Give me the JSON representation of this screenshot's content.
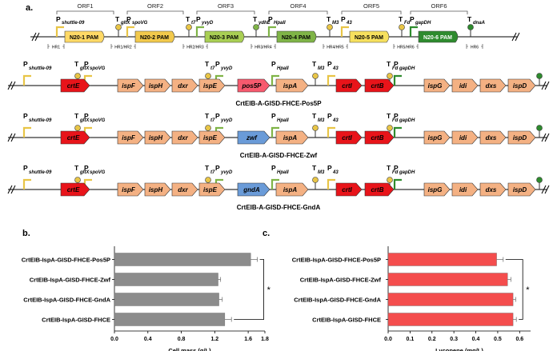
{
  "panel_a": {
    "label": "a.",
    "orfs": [
      "ORF1",
      "ORF2",
      "ORF3",
      "ORF4",
      "ORF5",
      "ORF6"
    ],
    "promoters": [
      "shuttle-09",
      "spoVG",
      "yvyD",
      "HpaII",
      "43",
      "gapDH"
    ],
    "promoter_letter": "P",
    "terminators": [
      "gltX",
      "t7",
      "ydhE",
      "M3",
      "Fd",
      "dnaA"
    ],
    "terminator_letter": "T",
    "pam_boxes": [
      "N20-1 PAM",
      "N20-2 PAM",
      "N20-3 PAM",
      "N20-4 PAM",
      "N20-5 PAM",
      "N20-6 PAM"
    ],
    "hr_labels": [
      "HR1",
      "HR1/HR2",
      "HR2/HR3",
      "HR3/HR4",
      "HR4/HR5",
      "HR5/HR6",
      "HR6"
    ],
    "colors": {
      "orf1": "#ffd966",
      "orf2": "#f2c94c",
      "orf3": "#a9cf54",
      "orf4": "#7fb447",
      "orf5": "#f6e05e",
      "orf6": "#2e8b2e",
      "red_gene": "#e8141a",
      "salmon_gene": "#f4b183",
      "pink_gene": "#f75a6e",
      "blue_gene": "#6a9bd8",
      "bar_gray": "#8c8c8c",
      "bar_red": "#f44d4d"
    }
  },
  "constructs": [
    {
      "name": "CrtEIB-A-GISD-FHCE-Pos5P",
      "genes": [
        "crtE",
        "ispF",
        "ispH",
        "dxr",
        "ispE",
        "pos5P",
        "ispA",
        "crtI",
        "crtB",
        "ispG",
        "idi",
        "dxs",
        "ispD"
      ],
      "variable_gene_color": "#f75a6e"
    },
    {
      "name": "CrtEIB-A-GISD-FHCE-Zwf",
      "genes": [
        "crtE",
        "ispF",
        "ispH",
        "dxr",
        "ispE",
        "zwf",
        "ispA",
        "crtI",
        "crtB",
        "ispG",
        "idi",
        "dxs",
        "ispD"
      ],
      "variable_gene_color": "#6a9bd8"
    },
    {
      "name": "CrtEIB-A-GISD-FHCE-GndA",
      "genes": [
        "crtE",
        "ispF",
        "ispH",
        "dxr",
        "ispE",
        "gndA",
        "ispA",
        "crtI",
        "crtB",
        "ispG",
        "idi",
        "dxs",
        "ispD"
      ],
      "variable_gene_color": "#6a9bd8"
    }
  ],
  "panel_b": {
    "label": "b.",
    "chart_data": {
      "type": "bar",
      "orientation": "horizontal",
      "categories": [
        "CrtEIB-IspA-GISD-FHCE-Pos5P",
        "CrtEIB-IspA-GISD-FHCE-Zwf",
        "CrtEIB-IspA-GISD-FHCE-GndA",
        "CrtEIB-IspA-GISD-FHCE"
      ],
      "values": [
        1.63,
        1.24,
        1.25,
        1.32
      ],
      "errors": [
        0.08,
        0.03,
        0.04,
        0.08
      ],
      "xlabel": "Cell mass (g/L)",
      "xlim": [
        0.0,
        1.8
      ],
      "xticks": [
        "0.0",
        "0.4",
        "0.8",
        "1.2",
        "1.6",
        "1.8"
      ],
      "significance": "*",
      "color": "#8c8c8c"
    }
  },
  "panel_c": {
    "label": "c.",
    "chart_data": {
      "type": "bar",
      "orientation": "horizontal",
      "categories": [
        "CrtEIB-IspA-GISD-FHCE-Pos5P",
        "CrtEIB-IspA-GISD-FHCE-Zwf",
        "CrtEIB-IspA-GISD-FHCE-GndA",
        "CrtEIB-IspA-GISD-FHCE"
      ],
      "values": [
        0.495,
        0.545,
        0.57,
        0.57
      ],
      "errors": [
        0.03,
        0.015,
        0.012,
        0.015
      ],
      "xlabel": "Lycopene (mg/L)",
      "xlim": [
        0.0,
        0.65
      ],
      "xticks": [
        "0.0",
        "0.1",
        "0.2",
        "0.3",
        "0.4",
        "0.5",
        "0.6"
      ],
      "significance": "*",
      "color": "#f44d4d"
    }
  }
}
